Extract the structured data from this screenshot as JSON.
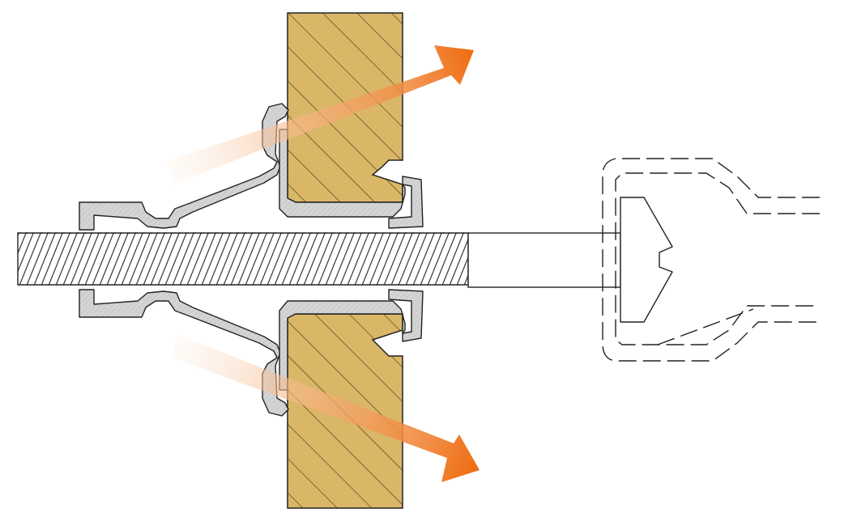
{
  "colors": {
    "background": "#ffffff",
    "wall_fill": "#d9b767",
    "wall_hatch": "#4a3a1a",
    "metal_fill": "#d4d4d4",
    "outline": "#222222",
    "arrow_start": "#fbe6d6",
    "arrow_end": "#ee6c10",
    "tool_outline": "#222222"
  },
  "diagram": {
    "components": [
      {
        "name": "wall",
        "label": ""
      },
      {
        "name": "anchor-sleeve",
        "label": ""
      },
      {
        "name": "screw",
        "label": ""
      },
      {
        "name": "setting-tool",
        "label": ""
      },
      {
        "name": "force-arrow-top",
        "label": ""
      },
      {
        "name": "force-arrow-bottom",
        "label": ""
      }
    ]
  }
}
